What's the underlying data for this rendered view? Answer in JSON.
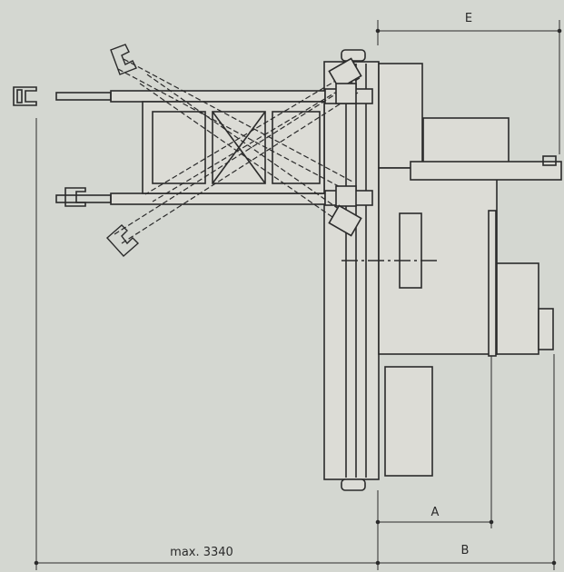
{
  "diagram": {
    "background_color": "#d4d7d1",
    "line_color": "#2b2b2b",
    "panel_fill": "#dcdcd6",
    "labels": {
      "E": "E",
      "A": "A",
      "B": "B",
      "max_width": "max. 3340"
    }
  }
}
